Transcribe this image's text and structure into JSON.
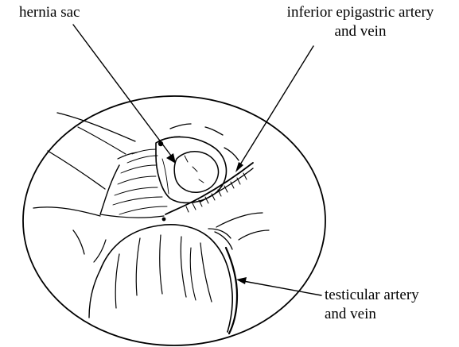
{
  "labels": {
    "hernia_sac": "hernia sac",
    "inferior_epigastric": {
      "line1": "inferior epigastric artery",
      "line2": "and vein"
    },
    "testicular": {
      "line1": "testicular artery",
      "line2": "and vein"
    }
  },
  "colors": {
    "ink": "#000000",
    "background": "#ffffff"
  }
}
